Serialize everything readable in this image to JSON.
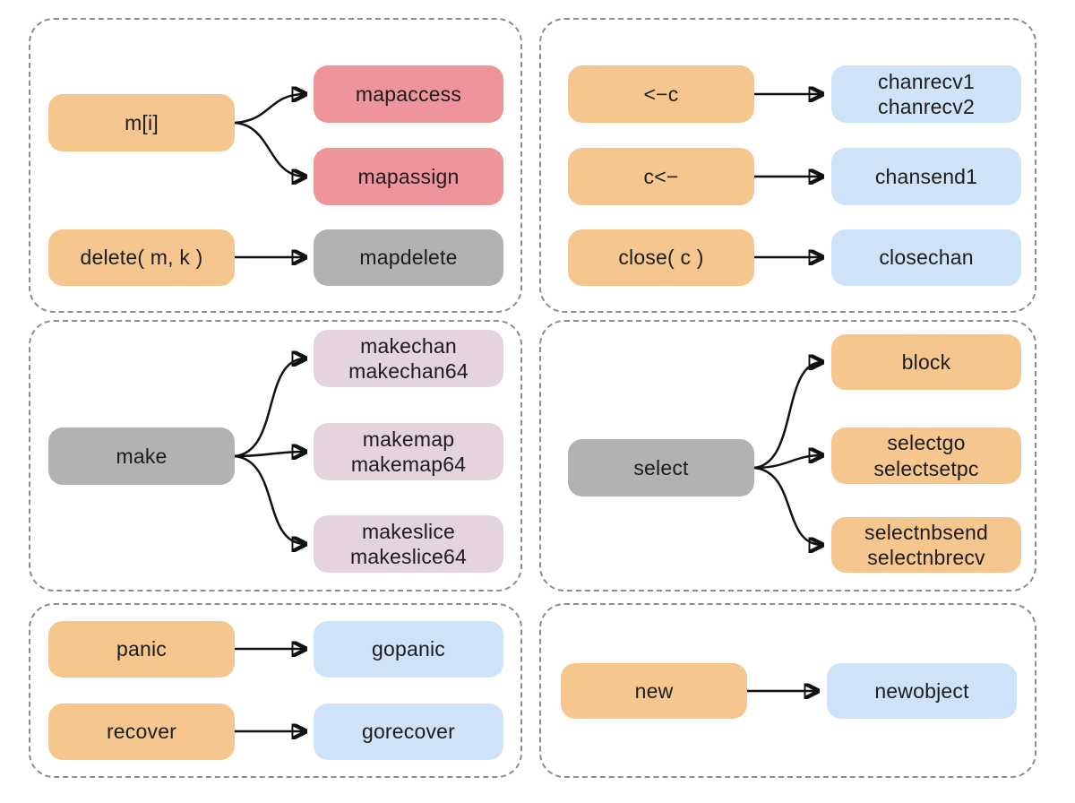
{
  "colors": {
    "background": "#FFFFFF",
    "panel_border": "#8C8C8C",
    "builtin_orange": "#F5C78E",
    "map_red": "#F0949B",
    "neutral_gray": "#B2B2B2",
    "runtime_blue": "#CEE3F8",
    "make_mauve": "#E5D4DE",
    "arrow": "#111111",
    "text": "#1C1C1C"
  },
  "panels": {
    "map": {
      "nodes": {
        "m_index": {
          "label": "m[i]",
          "color": "#F5C78E"
        },
        "mapaccess": {
          "label": "mapaccess",
          "color": "#F0949B"
        },
        "mapassign": {
          "label": "mapassign",
          "color": "#F0949B"
        },
        "delete_call": {
          "label": "delete( m, k )",
          "color": "#F5C78E"
        },
        "mapdelete": {
          "label": "mapdelete",
          "color": "#B2B2B2"
        }
      },
      "edges": [
        {
          "from": "m_index",
          "to": "mapaccess"
        },
        {
          "from": "m_index",
          "to": "mapassign"
        },
        {
          "from": "delete_call",
          "to": "mapdelete"
        }
      ]
    },
    "channel": {
      "nodes": {
        "recv": {
          "label": "<−c",
          "color": "#F5C78E"
        },
        "chanrecv": {
          "label": "chanrecv1\nchanrecv2",
          "color": "#CEE3F8"
        },
        "send": {
          "label": "c<−",
          "color": "#F5C78E"
        },
        "chansend": {
          "label": "chansend1",
          "color": "#CEE3F8"
        },
        "close_call": {
          "label": "close( c )",
          "color": "#F5C78E"
        },
        "closechan": {
          "label": "closechan",
          "color": "#CEE3F8"
        }
      },
      "edges": [
        {
          "from": "recv",
          "to": "chanrecv"
        },
        {
          "from": "send",
          "to": "chansend"
        },
        {
          "from": "close_call",
          "to": "closechan"
        }
      ]
    },
    "make": {
      "nodes": {
        "make": {
          "label": "make",
          "color": "#B2B2B2"
        },
        "makechan": {
          "label": "makechan\nmakechan64",
          "color": "#E5D4DE"
        },
        "makemap": {
          "label": "makemap\nmakemap64",
          "color": "#E5D4DE"
        },
        "makeslice": {
          "label": "makeslice\nmakeslice64",
          "color": "#E5D4DE"
        }
      },
      "edges": [
        {
          "from": "make",
          "to": "makechan"
        },
        {
          "from": "make",
          "to": "makemap"
        },
        {
          "from": "make",
          "to": "makeslice"
        }
      ]
    },
    "select": {
      "nodes": {
        "select": {
          "label": "select",
          "color": "#B2B2B2"
        },
        "block": {
          "label": "block",
          "color": "#F5C78E"
        },
        "selectgo": {
          "label": "selectgo\nselectsetpc",
          "color": "#F5C78E"
        },
        "selectnb": {
          "label": "selectnbsend\nselectnbrecv",
          "color": "#F5C78E"
        }
      },
      "edges": [
        {
          "from": "select",
          "to": "block"
        },
        {
          "from": "select",
          "to": "selectgo"
        },
        {
          "from": "select",
          "to": "selectnb"
        }
      ]
    },
    "panic": {
      "nodes": {
        "panic": {
          "label": "panic",
          "color": "#F5C78E"
        },
        "gopanic": {
          "label": "gopanic",
          "color": "#CEE3F8"
        },
        "recover": {
          "label": "recover",
          "color": "#F5C78E"
        },
        "gorecover": {
          "label": "gorecover",
          "color": "#CEE3F8"
        }
      },
      "edges": [
        {
          "from": "panic",
          "to": "gopanic"
        },
        {
          "from": "recover",
          "to": "gorecover"
        }
      ]
    },
    "new": {
      "nodes": {
        "new_call": {
          "label": "new",
          "color": "#F5C78E"
        },
        "newobject": {
          "label": "newobject",
          "color": "#CEE3F8"
        }
      },
      "edges": [
        {
          "from": "new_call",
          "to": "newobject"
        }
      ]
    }
  }
}
